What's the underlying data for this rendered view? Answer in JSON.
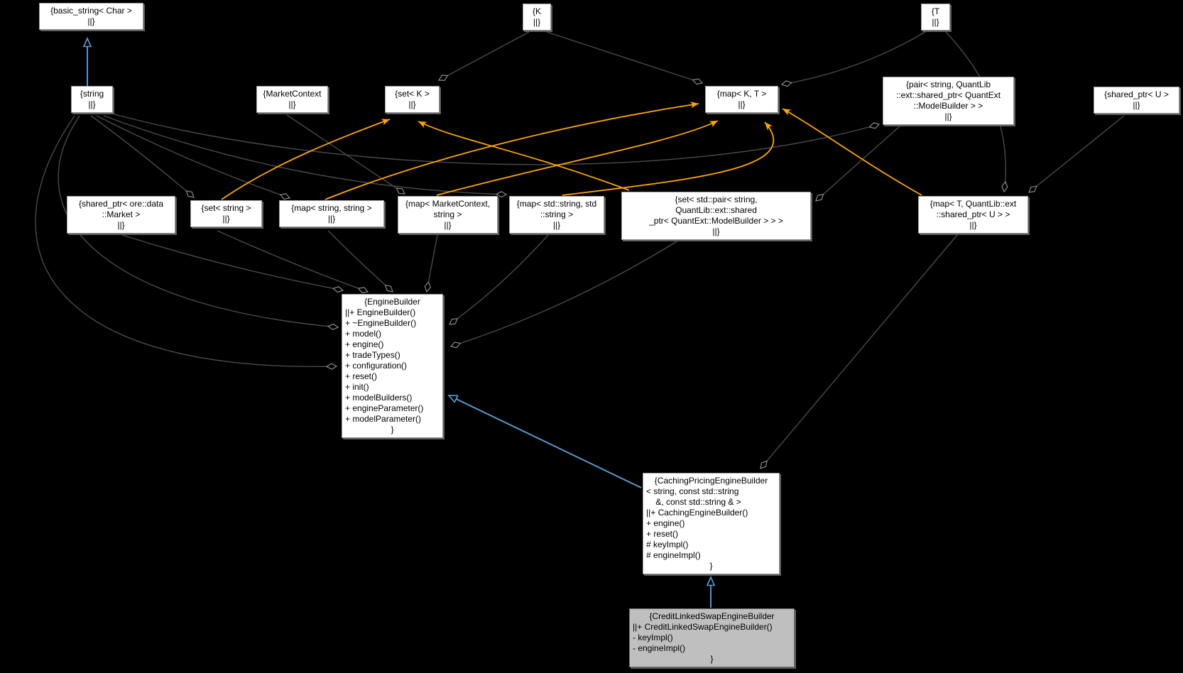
{
  "diagram": {
    "type": "uml-collaboration-graph",
    "background_color": "#000000",
    "colors": {
      "aggregation_edge": "#4a4a4a",
      "template_edge": "#ffa500",
      "inheritance_edge": "#5a9fd4",
      "node_fill": "#ffffff",
      "node_border": "#9a9a9a",
      "selected_node_fill": "#bfbfbf",
      "text": "#000000"
    },
    "nodes": {
      "basic_string": {
        "kind": "plain",
        "lines": [
          "{basic_string< Char >",
          "||}"
        ]
      },
      "string": {
        "kind": "plain",
        "lines": [
          "{string",
          "||}"
        ]
      },
      "market_context": {
        "kind": "plain",
        "lines": [
          "{MarketContext",
          "||}"
        ]
      },
      "set_k": {
        "kind": "plain",
        "lines": [
          "{set< K >",
          "||}"
        ]
      },
      "k": {
        "kind": "plain",
        "lines": [
          "{K",
          "||}"
        ]
      },
      "map_k_t": {
        "kind": "plain",
        "lines": [
          "{map< K, T >",
          "||}"
        ]
      },
      "t": {
        "kind": "plain",
        "lines": [
          "{T",
          "||}"
        ]
      },
      "pair_string_modelbuilder": {
        "kind": "plain",
        "lines": [
          "{pair< string, QuantLib",
          "::ext::shared_ptr< QuantExt",
          "::ModelBuilder > >",
          "||}"
        ]
      },
      "shared_ptr_u": {
        "kind": "plain",
        "lines": [
          "{shared_ptr< U >",
          "||}"
        ]
      },
      "shared_ptr_market": {
        "kind": "plain",
        "lines": [
          "{shared_ptr< ore::data",
          "::Market >",
          "||}"
        ]
      },
      "set_string": {
        "kind": "plain",
        "lines": [
          "{set< string >",
          "||}"
        ]
      },
      "map_string_string": {
        "kind": "plain",
        "lines": [
          "{map< string, string >",
          "||}"
        ]
      },
      "map_marketcontext_string": {
        "kind": "plain",
        "lines": [
          "{map< MarketContext,",
          "string >",
          "||}"
        ]
      },
      "map_stdstring_stdstring": {
        "kind": "plain",
        "lines": [
          "{map< std::string, std",
          "::string >",
          "||}"
        ]
      },
      "set_pair_modelbuilder": {
        "kind": "plain",
        "lines": [
          "{set< std::pair< string,",
          "QuantLib::ext::shared",
          "_ptr< QuantExt::ModelBuilder > > >",
          "||}"
        ]
      },
      "map_t_shared_ptr_u": {
        "kind": "plain",
        "lines": [
          "{map< T, QuantLib::ext",
          "::shared_ptr< U > >",
          "||}"
        ]
      },
      "engine_builder": {
        "kind": "record",
        "lines": [
          "{EngineBuilder",
          "||+ EngineBuilder()",
          "+ ~EngineBuilder()",
          "+ model()",
          "+ engine()",
          "+ tradeTypes()",
          "+ configuration()",
          "+ reset()",
          "+ init()",
          "+ modelBuilders()",
          "+ engineParameter()",
          "+ modelParameter()",
          "}"
        ]
      },
      "caching_pricing_engine_builder": {
        "kind": "record",
        "lines": [
          "{CachingPricingEngineBuilder",
          "< string, const std::string",
          "    &, const std::string & >",
          "||+ CachingEngineBuilder()",
          "+ engine()",
          "+ reset()",
          "# keyImpl()",
          "# engineImpl()",
          "}"
        ]
      },
      "credit_linked_swap_engine_builder": {
        "kind": "record",
        "selected": true,
        "lines": [
          "{CreditLinkedSwapEngineBuilder",
          "||+ CreditLinkedSwapEngineBuilder()",
          "- keyImpl()",
          "- engineImpl()",
          "}"
        ]
      }
    }
  }
}
